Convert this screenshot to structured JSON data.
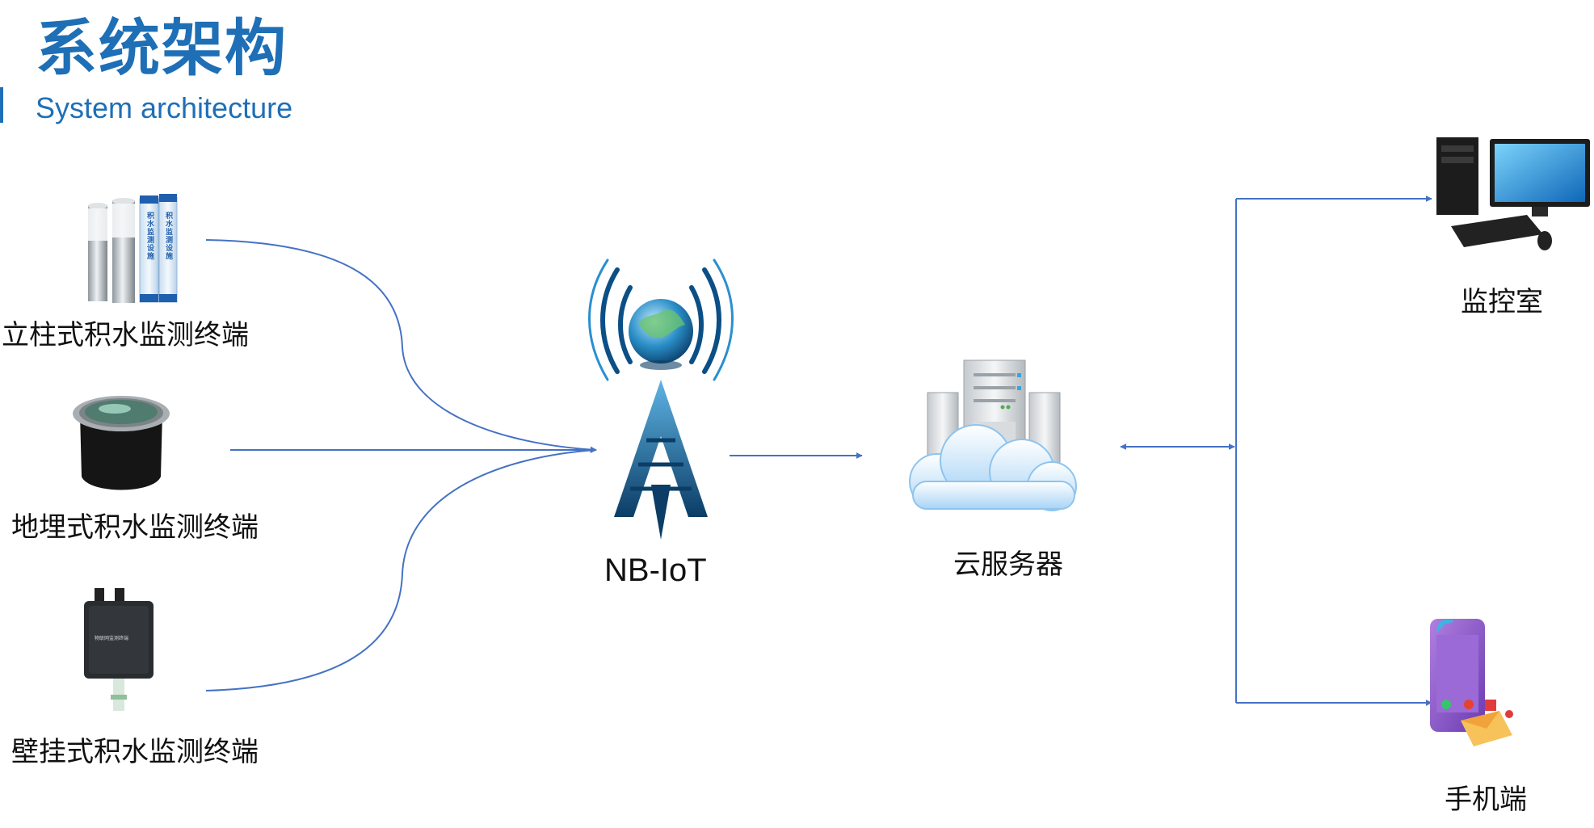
{
  "header": {
    "title_cn": "系统架构",
    "title_en": "System architecture"
  },
  "terminals": [
    {
      "label": "立柱式积水监测终端",
      "pillar_text": "积水监测设施"
    },
    {
      "label": "地埋式积水监测终端"
    },
    {
      "label": "壁挂式积水监测终端",
      "device_text": "物联网监测终端"
    }
  ],
  "network": {
    "label": "NB-IoT"
  },
  "server": {
    "label": "云服务器"
  },
  "clients": [
    {
      "label": "监控室"
    },
    {
      "label": "手机端"
    }
  ],
  "colors": {
    "title": "#1e6fb6",
    "connector": "#4472c4",
    "label": "#111111"
  }
}
